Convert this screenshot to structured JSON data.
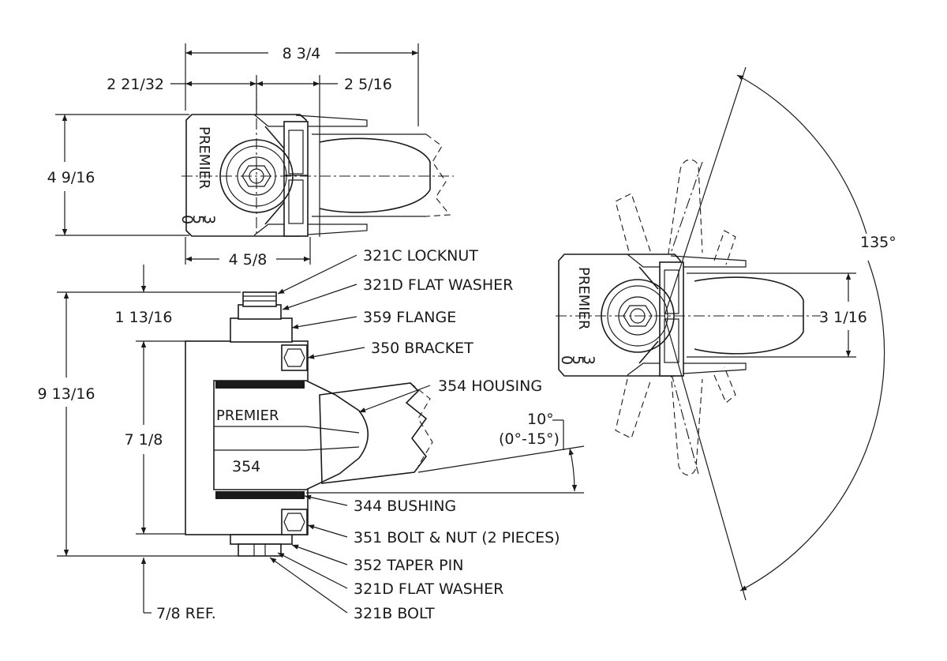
{
  "dimensions": {
    "overall_width": "8 3/4",
    "left_offset": "2 21/32",
    "right_offset": "2 5/16",
    "height_top_view": "4 9/16",
    "base_width": "4 5/8",
    "top_offset": "1 13/16",
    "overall_height": "9 13/16",
    "bracket_height": "7 1/8",
    "bottom_ref": "7/8 REF.",
    "angle_nominal": "10°",
    "angle_range": "(0°-15°)",
    "swing_angle": "135°",
    "right_view_height": "3 1/16"
  },
  "callouts": {
    "locknut": "321C LOCKNUT",
    "flat_washer_top": "321D FLAT WASHER",
    "flange": "359 FLANGE",
    "bracket": "350 BRACKET",
    "housing": "354 HOUSING",
    "bushing": "344 BUSHING",
    "bolt_nut": "351 BOLT & NUT (2 PIECES)",
    "taper_pin": "352 TAPER PIN",
    "flat_washer_bottom": "321D FLAT WASHER",
    "bolt": "321B BOLT"
  },
  "markings": {
    "brand": "PREMIER",
    "model_digits": [
      "3",
      "5",
      "0"
    ],
    "housing_number": "354"
  }
}
